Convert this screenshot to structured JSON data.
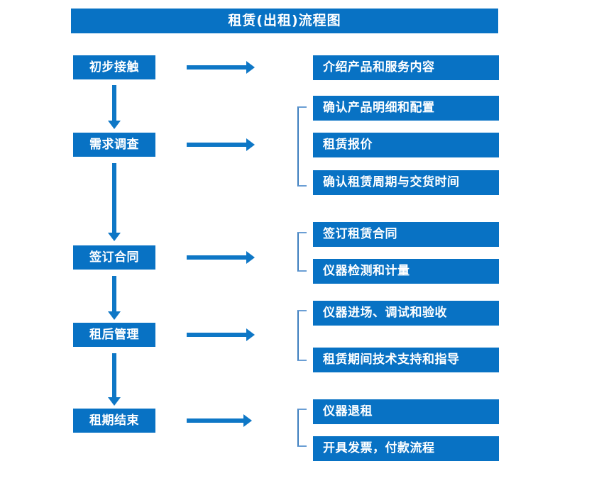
{
  "title": {
    "text": "租赁(出租)流程图"
  },
  "colors": {
    "box_blue": "#0872c4",
    "arrow_blue": "#0e77c6",
    "bracket_blue": "#3f7fbf",
    "text_white": "#ffffff",
    "background": "#ffffff"
  },
  "stages": [
    {
      "label": "初步接触"
    },
    {
      "label": "需求调查"
    },
    {
      "label": "签订合同"
    },
    {
      "label": "租后管理"
    },
    {
      "label": "租期结束"
    }
  ],
  "details": [
    {
      "label": "介绍产品和服务内容"
    },
    {
      "label": "确认产品明细和配置"
    },
    {
      "label": "租赁报价"
    },
    {
      "label": "确认租赁周期与交货时间"
    },
    {
      "label": "签订租赁合同"
    },
    {
      "label": "仪器检测和计量"
    },
    {
      "label": "仪器进场、调试和验收"
    },
    {
      "label": "租赁期间技术支持和指导"
    },
    {
      "label": "仪器退租"
    },
    {
      "label": "开具发票，付款流程"
    }
  ],
  "flow": {
    "stage_to_detail_arrows": 5,
    "stage_to_stage_arrows": 4,
    "group_brackets": 4
  }
}
